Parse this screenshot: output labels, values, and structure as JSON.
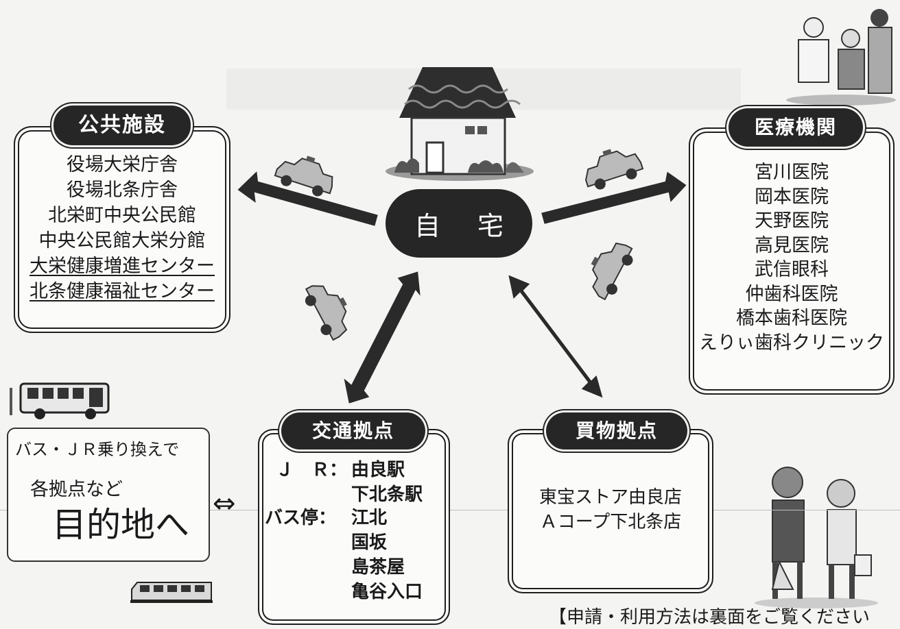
{
  "home": {
    "left": "自",
    "right": "宅"
  },
  "public": {
    "title": "公共施設",
    "items": [
      "役場大栄庁舎",
      "役場北条庁舎",
      "北栄町中央公民館",
      "中央公民館大栄分館"
    ],
    "underlined": [
      "大栄健康増進センター",
      "北条健康福祉センター"
    ]
  },
  "medical": {
    "title": "医療機関",
    "items": [
      "宮川医院",
      "岡本医院",
      "天野医院",
      "高見医院",
      "武信眼科",
      "仲歯科医院",
      "橋本歯科医院",
      "えりぃ歯科クリニック"
    ]
  },
  "transit": {
    "title": "交通拠点",
    "jr_label": "Ｊ　Ｒ：",
    "jr_stations": [
      "由良駅",
      "下北条駅"
    ],
    "bus_label": "バス停：",
    "bus_stops": [
      "江北",
      "国坂",
      "島茶屋",
      "亀谷入口"
    ]
  },
  "shopping": {
    "title": "買物拠点",
    "items": [
      "東宝ストア由良店",
      "Ａコープ下北条店"
    ]
  },
  "transfer": {
    "line1": "バス・ＪＲ乗り換えで",
    "line2": "各拠点など",
    "line3": "目的地へ",
    "arrow": "⇔"
  },
  "footer": "【申請・利用方法は裏面をご覧ください"
}
